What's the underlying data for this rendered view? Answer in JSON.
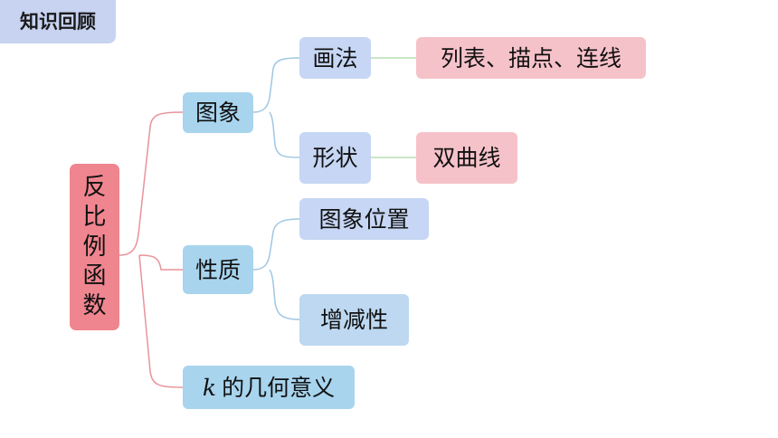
{
  "header": {
    "title": "知识回顾"
  },
  "mindmap": {
    "root": {
      "chars": [
        "反",
        "比",
        "例",
        "函",
        "数"
      ]
    },
    "branches": {
      "image": {
        "label": "图象",
        "children": {
          "method": {
            "label": "画法",
            "leaf": "列表、描点、连线"
          },
          "shape": {
            "label": "形状",
            "leaf": "双曲线"
          }
        }
      },
      "property": {
        "label": "性质",
        "children": {
          "position": {
            "label": "图象位置"
          },
          "monotonic": {
            "label": "增减性"
          }
        }
      },
      "k_meaning": {
        "var": "k",
        "label": "的几何意义"
      }
    }
  },
  "colors": {
    "root": "#ef858f",
    "level1": "#a8d4ee",
    "level2": "#c6d6f4",
    "leaf": "#f6c2c9",
    "root_connector": "#e8939b",
    "branch_connector": "#9fc7e3",
    "leaf_connector": "#b9ddb3"
  }
}
